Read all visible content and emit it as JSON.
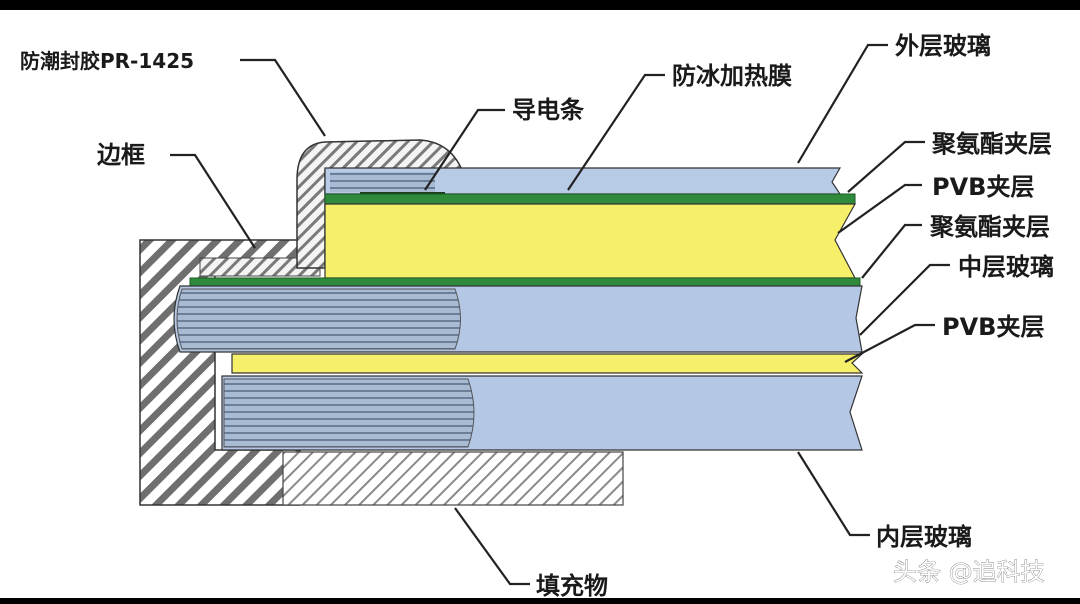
{
  "labels": {
    "sealant": "防潮封胶PR-1425",
    "frame": "边框",
    "conductive_strip": "导电条",
    "heating_film": "防冰加热膜",
    "outer_glass": "外层玻璃",
    "pu_layer_1": "聚氨酯夹层",
    "pvb_layer_1": "PVB夹层",
    "pu_layer_2": "聚氨酯夹层",
    "middle_glass": "中层玻璃",
    "pvb_layer_2": "PVB夹层",
    "inner_glass": "内层玻璃",
    "filler": "填充物"
  },
  "watermark": {
    "text": "头条 @追科技"
  },
  "colors": {
    "glass": "#b4c8e6",
    "glass_stripe": "#8fa3be",
    "yellow_interlayer": "#f5ee6e",
    "green_film": "#2f8a3c",
    "hatch": "#6f6f6f",
    "leader": "#222222"
  }
}
